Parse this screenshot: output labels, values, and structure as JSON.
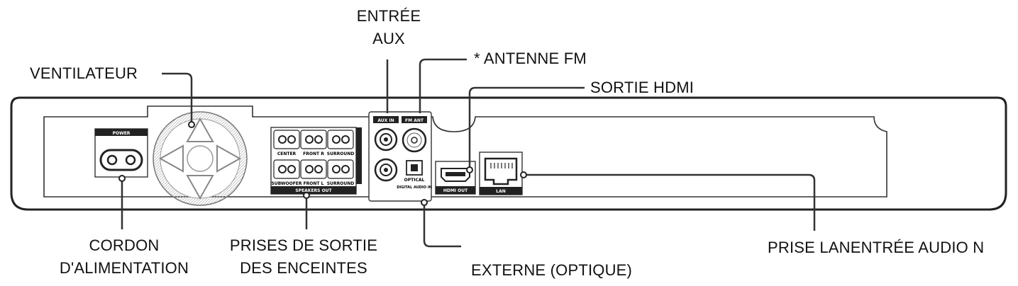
{
  "labels": {
    "entree_aux": [
      "ENTRÉE",
      "AUX"
    ],
    "antenne_fm": "* ANTENNE FM",
    "ventilateur": "VENTILATEUR",
    "sortie_hdmi": "SORTIE HDMI",
    "cordon": [
      "CORDON",
      "D'ALIMENTATION"
    ],
    "prises_sortie": [
      "PRISES DE SORTIE",
      "DES ENCEINTES"
    ],
    "externe_optique": "EXTERNE (OPTIQUE)",
    "prise_lan": "PRISE LANENTRÉE AUDIO N"
  },
  "panel_text": {
    "power": "POWER",
    "aux_in": "AUX IN",
    "fm_ant": "FM ANT",
    "speakers_out": "SPEAKERS OUT",
    "optical": "OPTICAL",
    "digital_audio_in": "DIGITAL AUDIO IN",
    "hdmi_out": "HDMI OUT",
    "lan": "LAN",
    "speaker_ch": [
      "CENTER",
      "FRONT R",
      "SURROUND",
      "SUBWOOFER",
      "FRONT L",
      "SURROUND"
    ]
  }
}
